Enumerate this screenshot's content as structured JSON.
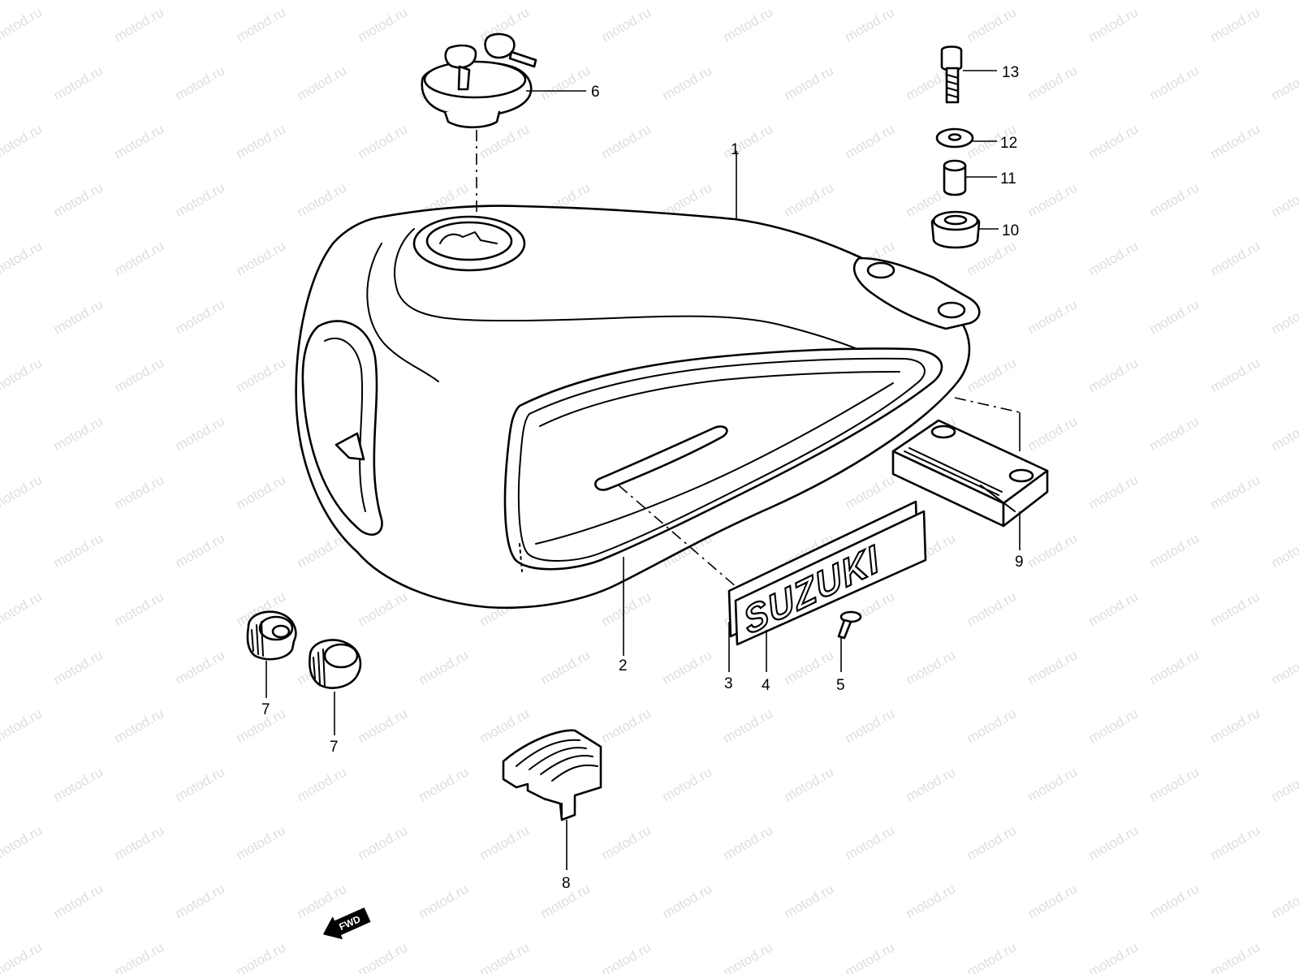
{
  "watermark": {
    "text": "motod.ru"
  },
  "emblem": {
    "text": "SUZUKI"
  },
  "direction_badge": {
    "text": "FWD"
  },
  "callouts": [
    {
      "id": "c1",
      "label": "1"
    },
    {
      "id": "c2",
      "label": "2"
    },
    {
      "id": "c3",
      "label": "3"
    },
    {
      "id": "c4",
      "label": "4"
    },
    {
      "id": "c5",
      "label": "5"
    },
    {
      "id": "c6",
      "label": "6"
    },
    {
      "id": "c7a",
      "label": "7"
    },
    {
      "id": "c7b",
      "label": "7"
    },
    {
      "id": "c8",
      "label": "8"
    },
    {
      "id": "c9",
      "label": "9"
    },
    {
      "id": "c10",
      "label": "10"
    },
    {
      "id": "c11",
      "label": "11"
    },
    {
      "id": "c12",
      "label": "12"
    },
    {
      "id": "c13",
      "label": "13"
    }
  ]
}
